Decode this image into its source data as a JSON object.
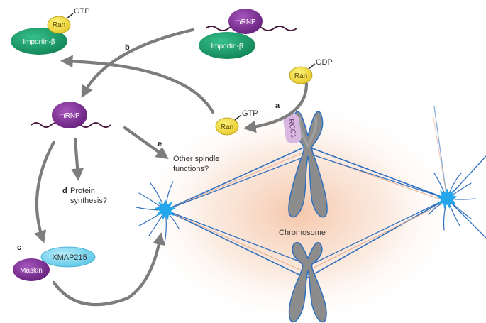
{
  "colors": {
    "ran": "#f2dc3c",
    "ran_stroke": "#b19a10",
    "importin": "#1f9e6a",
    "mrnp": "#7f2f95",
    "maskin": "#7f2f95",
    "xmap": "#7fd6ee",
    "rcc1": "#d8b7e0",
    "arrow": "#7d7d7d",
    "microtubule": "#2e6fbf",
    "centrosome": "#22a6ee",
    "chromosome": "#8c8c8c",
    "glow": "#f2b48e"
  },
  "top_left": {
    "ran": "Ran",
    "gtp": "GTP",
    "importin": "Importin-β"
  },
  "top_right": {
    "mrnp": "mRNP",
    "importin": "Importin-β"
  },
  "ran_gdp": {
    "ran": "Ran",
    "gdp": "GDP"
  },
  "ran_gtp": {
    "ran": "Ran",
    "gtp": "GTP"
  },
  "rcc1": "RCC1",
  "mrnp_center": "mRNP",
  "steps": {
    "a": "a",
    "b": "b",
    "c": "c",
    "d": "d",
    "e": "e"
  },
  "labels": {
    "protein_1": "Protein",
    "protein_2": "synthesis?",
    "other_1": "Other spindle",
    "other_2": "functions?",
    "chromosome": "Chromosome"
  },
  "proteins": {
    "xmap": "XMAP215",
    "maskin": "Maskin"
  }
}
